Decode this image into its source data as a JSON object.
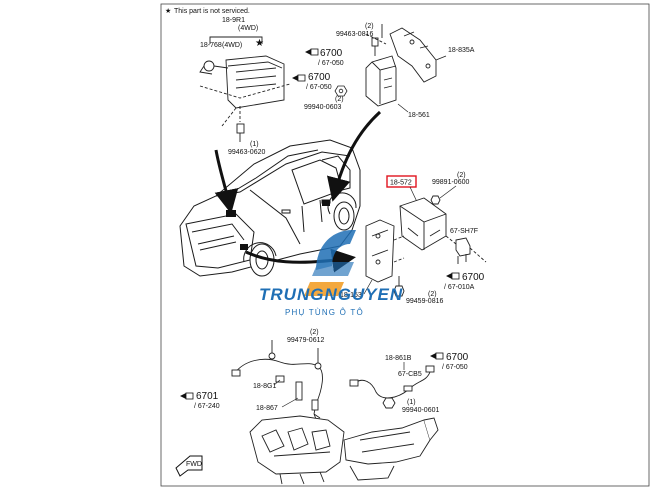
{
  "note": {
    "star": "★",
    "text": "This part is not serviced."
  },
  "watermark": {
    "brand": "TRUNGNGUYEN",
    "tagline": "PHỤ TÙNG Ô TÔ",
    "color": "#1f6fb5"
  },
  "highlight_color": "#e0141e",
  "callouts": {
    "p_18_9R1": "18-9R1",
    "p_4wd_top": "(4WD)",
    "p_18_768": "18-768",
    "p_4wd_side": "(4WD)",
    "p_2_a": "(2)",
    "p_99463_0816": "99463-0816",
    "p_18_835A": "18-835A",
    "p_6700_a": "6700",
    "p_67_050_a": "/ 67-050",
    "p_6700_b": "6700",
    "p_67_050_b": "/ 67-050",
    "p_2_b": "(2)",
    "p_99940_0603": "99940-0603",
    "p_18_561": "18-561",
    "p_1_a": "(1)",
    "p_99463_0620": "99463-0620",
    "p_18_572": "18-572",
    "p_2_c": "(2)",
    "p_99891_0600": "99891-0600",
    "p_67_SH7F": "67-SH7F",
    "p_6700_c": "6700",
    "p_67_010A": "/ 67-010A",
    "p_18_153": "18-153",
    "p_2_d": "(2)",
    "p_99459_0816": "99459-0816",
    "p_2_e": "(2)",
    "p_99479_0612": "99479-0612",
    "p_18_861B": "18-861B",
    "p_6700_d": "6700",
    "p_67_050_d": "/ 67-050",
    "p_67_CB5": "67-CB5",
    "p_18_8G1": "18-8G1",
    "p_6701": "6701",
    "p_67_240": "/ 67-240",
    "p_1_b": "(1)",
    "p_99940_0601": "99940-0601",
    "p_18_867": "18-867",
    "p_fwd": "FWD"
  }
}
